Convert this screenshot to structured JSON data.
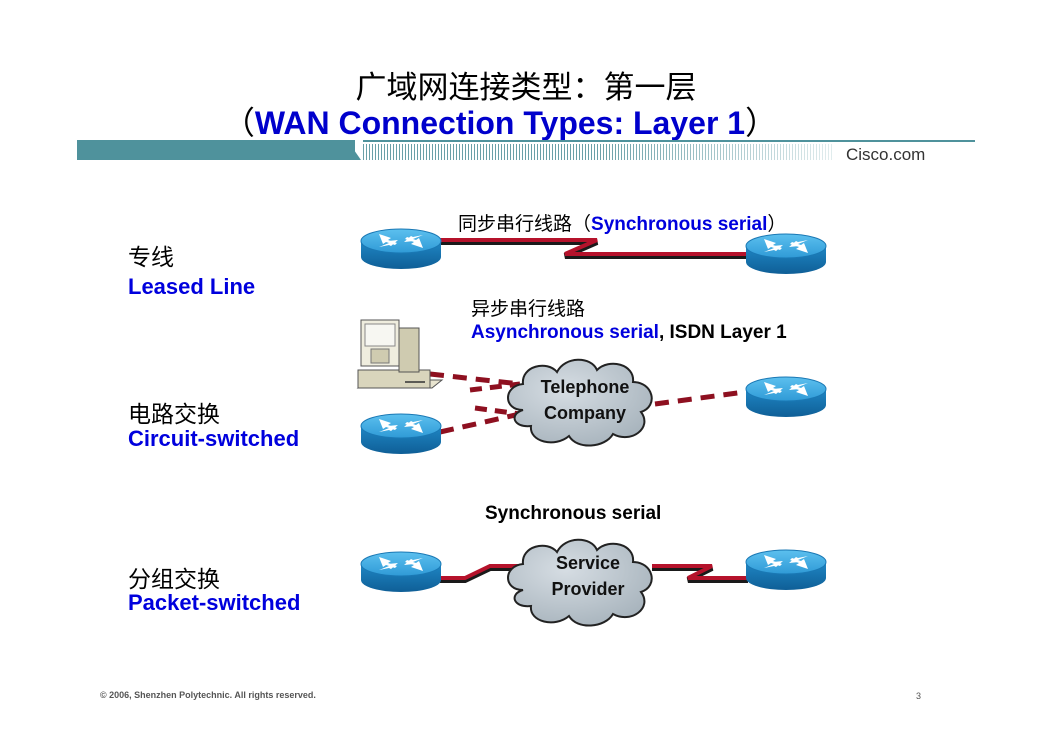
{
  "title": {
    "chinese": "广域网连接类型：第一层",
    "open_paren": "（",
    "english": "WAN Connection Types: Layer 1",
    "close_paren": "）"
  },
  "header": {
    "brand": "Cisco.com",
    "accent_color": "#4f929c"
  },
  "categories": [
    {
      "chinese": "专线",
      "english": "Leased Line"
    },
    {
      "chinese": "电路交换",
      "english": "Circuit-switched"
    },
    {
      "chinese": "分组交换",
      "english": "Packet-switched"
    }
  ],
  "diagrams": {
    "leased": {
      "caption_cn": "同步串行线路（",
      "caption_en": "Synchronous serial",
      "caption_close": "）",
      "nodes": [
        "router",
        "router"
      ],
      "link": "serial-lightning"
    },
    "circuit": {
      "caption_cn": "异步串行线路",
      "caption_en_blue": "Asynchronous serial",
      "caption_en_black": ", ISDN Layer 1",
      "cloud_line1": "Telephone",
      "cloud_line2": "Company",
      "nodes": [
        "pc-workstation",
        "router",
        "router"
      ],
      "link": "dashed-dialup"
    },
    "packet": {
      "caption": "Synchronous serial",
      "cloud_line1": "Service",
      "cloud_line2": "Provider",
      "nodes": [
        "router",
        "router"
      ],
      "link": "serial-lightning"
    }
  },
  "colors": {
    "link_red": "#b5122b",
    "router_blue": "#2f8fc9",
    "cloud_gray": "#b9c3cb",
    "label_blue": "#0000dd"
  },
  "footer": {
    "copyright": "© 2006, Shenzhen Polytechnic. All rights reserved.",
    "page_number": "3"
  }
}
